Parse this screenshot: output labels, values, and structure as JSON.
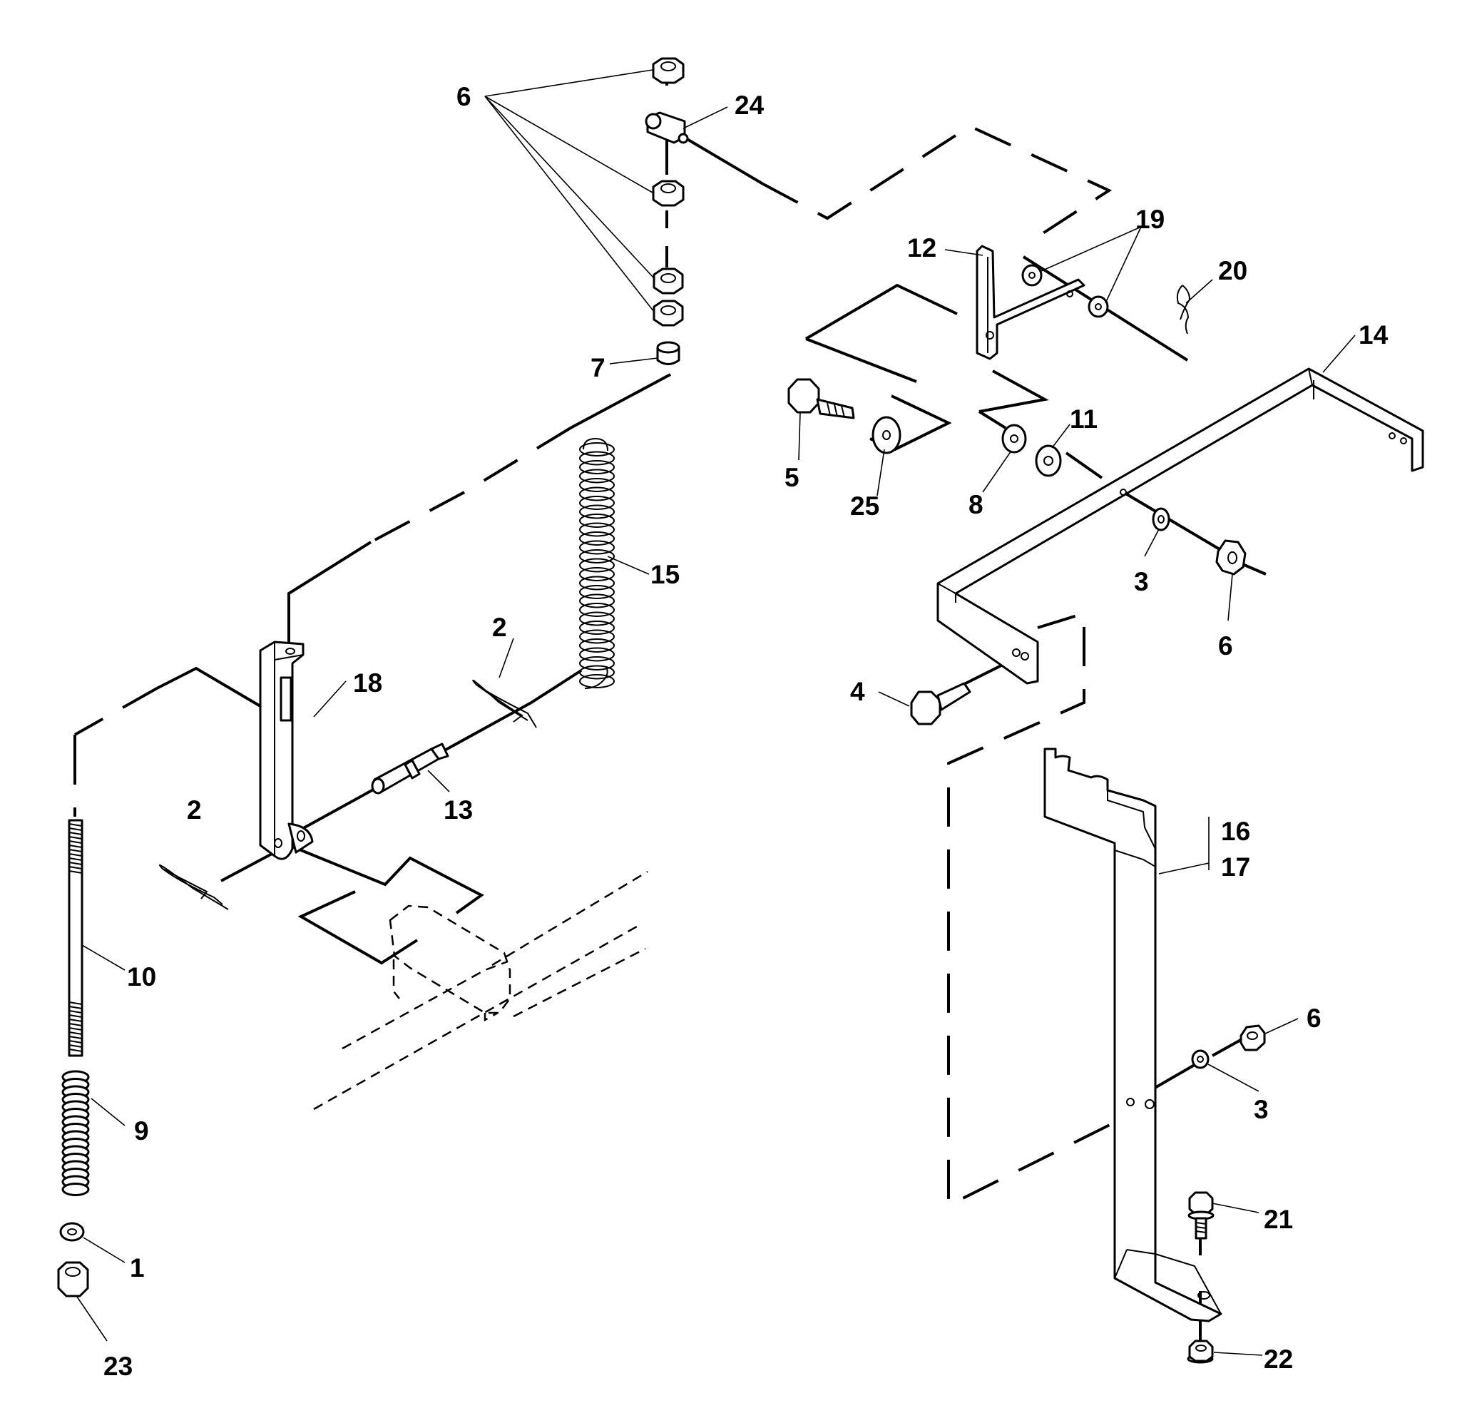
{
  "diagram": {
    "callouts": [
      {
        "id": "c6a",
        "text": "6"
      },
      {
        "id": "c24",
        "text": "24"
      },
      {
        "id": "c7",
        "text": "7"
      },
      {
        "id": "c12",
        "text": "12"
      },
      {
        "id": "c19",
        "text": "19"
      },
      {
        "id": "c20",
        "text": "20"
      },
      {
        "id": "c14",
        "text": "14"
      },
      {
        "id": "c5",
        "text": "5"
      },
      {
        "id": "c25",
        "text": "25"
      },
      {
        "id": "c8",
        "text": "8"
      },
      {
        "id": "c11",
        "text": "11"
      },
      {
        "id": "c3a",
        "text": "3"
      },
      {
        "id": "c6b",
        "text": "6"
      },
      {
        "id": "c15",
        "text": "15"
      },
      {
        "id": "c2a",
        "text": "2"
      },
      {
        "id": "c18",
        "text": "18"
      },
      {
        "id": "c4",
        "text": "4"
      },
      {
        "id": "c2b",
        "text": "2"
      },
      {
        "id": "c13",
        "text": "13"
      },
      {
        "id": "c16",
        "text": "16"
      },
      {
        "id": "c17",
        "text": "17"
      },
      {
        "id": "c10",
        "text": "10"
      },
      {
        "id": "c6c",
        "text": "6"
      },
      {
        "id": "c3b",
        "text": "3"
      },
      {
        "id": "c9",
        "text": "9"
      },
      {
        "id": "c21",
        "text": "21"
      },
      {
        "id": "c1",
        "text": "1"
      },
      {
        "id": "c23",
        "text": "23"
      },
      {
        "id": "c22",
        "text": "22"
      }
    ]
  }
}
